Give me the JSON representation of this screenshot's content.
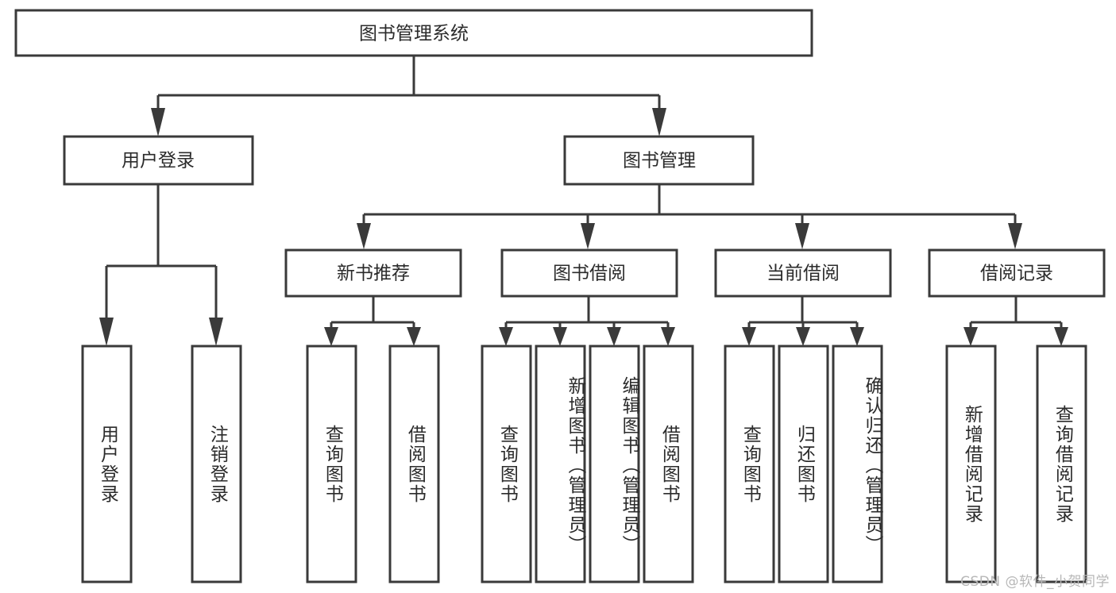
{
  "diagram": {
    "type": "hierarchy-tree",
    "title": "图书管理系统",
    "root": {
      "id": "root",
      "label": "图书管理系统"
    },
    "level2": [
      {
        "id": "user-login",
        "label": "用户登录"
      },
      {
        "id": "book-manage",
        "label": "图书管理"
      }
    ],
    "level3": [
      {
        "id": "new-book-recommend",
        "label": "新书推荐",
        "parent": "book-manage"
      },
      {
        "id": "book-borrow",
        "label": "图书借阅",
        "parent": "book-manage"
      },
      {
        "id": "current-borrow",
        "label": "当前借阅",
        "parent": "book-manage"
      },
      {
        "id": "borrow-record",
        "label": "借阅记录",
        "parent": "book-manage"
      }
    ],
    "leaves": {
      "user-login": [
        {
          "id": "leaf-user-login",
          "label": "用户登录"
        },
        {
          "id": "leaf-user-logout",
          "label": "注销登录"
        }
      ],
      "new-book-recommend": [
        {
          "id": "leaf-query-book-1",
          "label": "查询图书"
        },
        {
          "id": "leaf-borrow-book-1",
          "label": "借阅图书"
        }
      ],
      "book-borrow": [
        {
          "id": "leaf-query-book-2",
          "label": "查询图书"
        },
        {
          "id": "leaf-add-book-admin",
          "label": "新增图书（管理员）"
        },
        {
          "id": "leaf-edit-book-admin",
          "label": "编辑图书（管理员）"
        },
        {
          "id": "leaf-borrow-book-2",
          "label": "借阅图书"
        }
      ],
      "current-borrow": [
        {
          "id": "leaf-query-book-3",
          "label": "查询图书"
        },
        {
          "id": "leaf-return-book",
          "label": "归还图书"
        },
        {
          "id": "leaf-confirm-return-admin",
          "label": "确认归还（管理员）"
        }
      ],
      "borrow-record": [
        {
          "id": "leaf-add-borrow-record",
          "label": "新增借阅记录"
        },
        {
          "id": "leaf-query-borrow-record",
          "label": "查询借阅记录"
        }
      ]
    }
  },
  "watermark": {
    "text": "CSDN @软件_小贺同学"
  },
  "colors": {
    "stroke": "#3a3a3a",
    "fill": "#ffffff",
    "text": "#2b2b2b",
    "watermark": "#b7b7b7"
  }
}
